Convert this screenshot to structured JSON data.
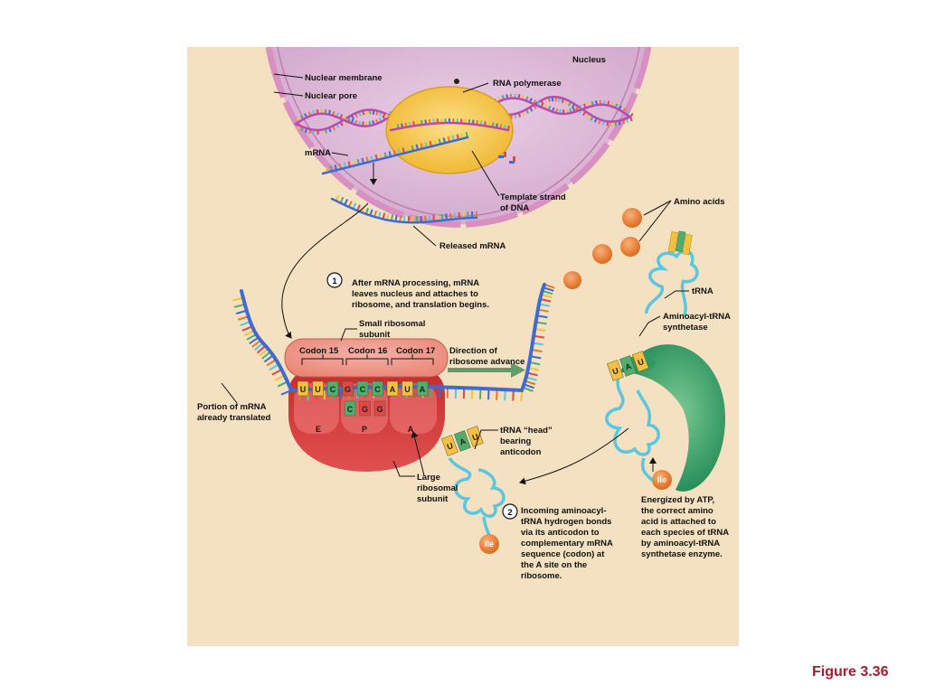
{
  "labels": {
    "nucleus": "Nucleus",
    "nuclear_membrane": "Nuclear membrane",
    "nuclear_pore": "Nuclear pore",
    "rna_polymerase": "RNA polymerase",
    "mrna": "mRNA",
    "template_strand_1": "Template strand",
    "template_strand_2": "of DNA",
    "released_mrna": "Released mRNA",
    "amino_acids": "Amino acids",
    "trna": "tRNA",
    "synthetase_1": "Aminoacyl-tRNA",
    "synthetase_2": "synthetase",
    "small_subunit_1": "Small ribosomal",
    "small_subunit_2": "subunit",
    "codon15": "Codon 15",
    "codon16": "Codon 16",
    "codon17": "Codon 17",
    "direction_1": "Direction of",
    "direction_2": "ribosome advance",
    "portion_1": "Portion of mRNA",
    "portion_2": "already translated",
    "site_e": "E",
    "site_p": "P",
    "site_a": "A",
    "trna_head_1": "tRNA “head”",
    "trna_head_2": "bearing",
    "trna_head_3": "anticodon",
    "large_1": "Large",
    "large_2": "ribosomal",
    "large_3": "subunit",
    "amino_ile": "Ile"
  },
  "steps": {
    "step1_number": "1",
    "step1_lines": [
      "After mRNA processing, mRNA",
      "leaves nucleus and attaches to",
      "ribosome, and translation begins."
    ],
    "step2_number": "2",
    "step2_lines": [
      "Incoming aminoacyl-",
      "tRNA hydrogen bonds",
      "via its anticodon to",
      "complementary mRNA",
      "sequence (codon) at",
      "the A site on the",
      "ribosome."
    ],
    "energized_lines": [
      "Energized by ATP,",
      "the correct amino",
      "acid is attached to",
      "each species of tRNA",
      "by aminoacyl-tRNA",
      "synthetase enzyme."
    ]
  },
  "bases": {
    "mrna_codons": [
      "U",
      "U",
      "C",
      "G",
      "C",
      "C",
      "A",
      "U",
      "A"
    ],
    "p_site_anticodon": [
      "C",
      "G",
      "G"
    ],
    "incoming_anticodon": [
      "U",
      "A",
      "U"
    ],
    "synthetase_anticodon": [
      "U",
      "A",
      "U"
    ]
  },
  "figure_label": "Figure 3.36",
  "colors": {
    "panel_bg": "#f4e1c1",
    "nucleus_fill": "#dcb8d6",
    "membrane": "#d88fc2",
    "polymerase": "#f5c040",
    "ribosome": "#d93a3a",
    "mrna": "#3f6bd0",
    "trna": "#5bc6df",
    "synthetase": "#2e9a63",
    "amino_acid": "#e8782a",
    "arrow_green": "#5e9e6a",
    "figure_label": "#b01a2a"
  }
}
